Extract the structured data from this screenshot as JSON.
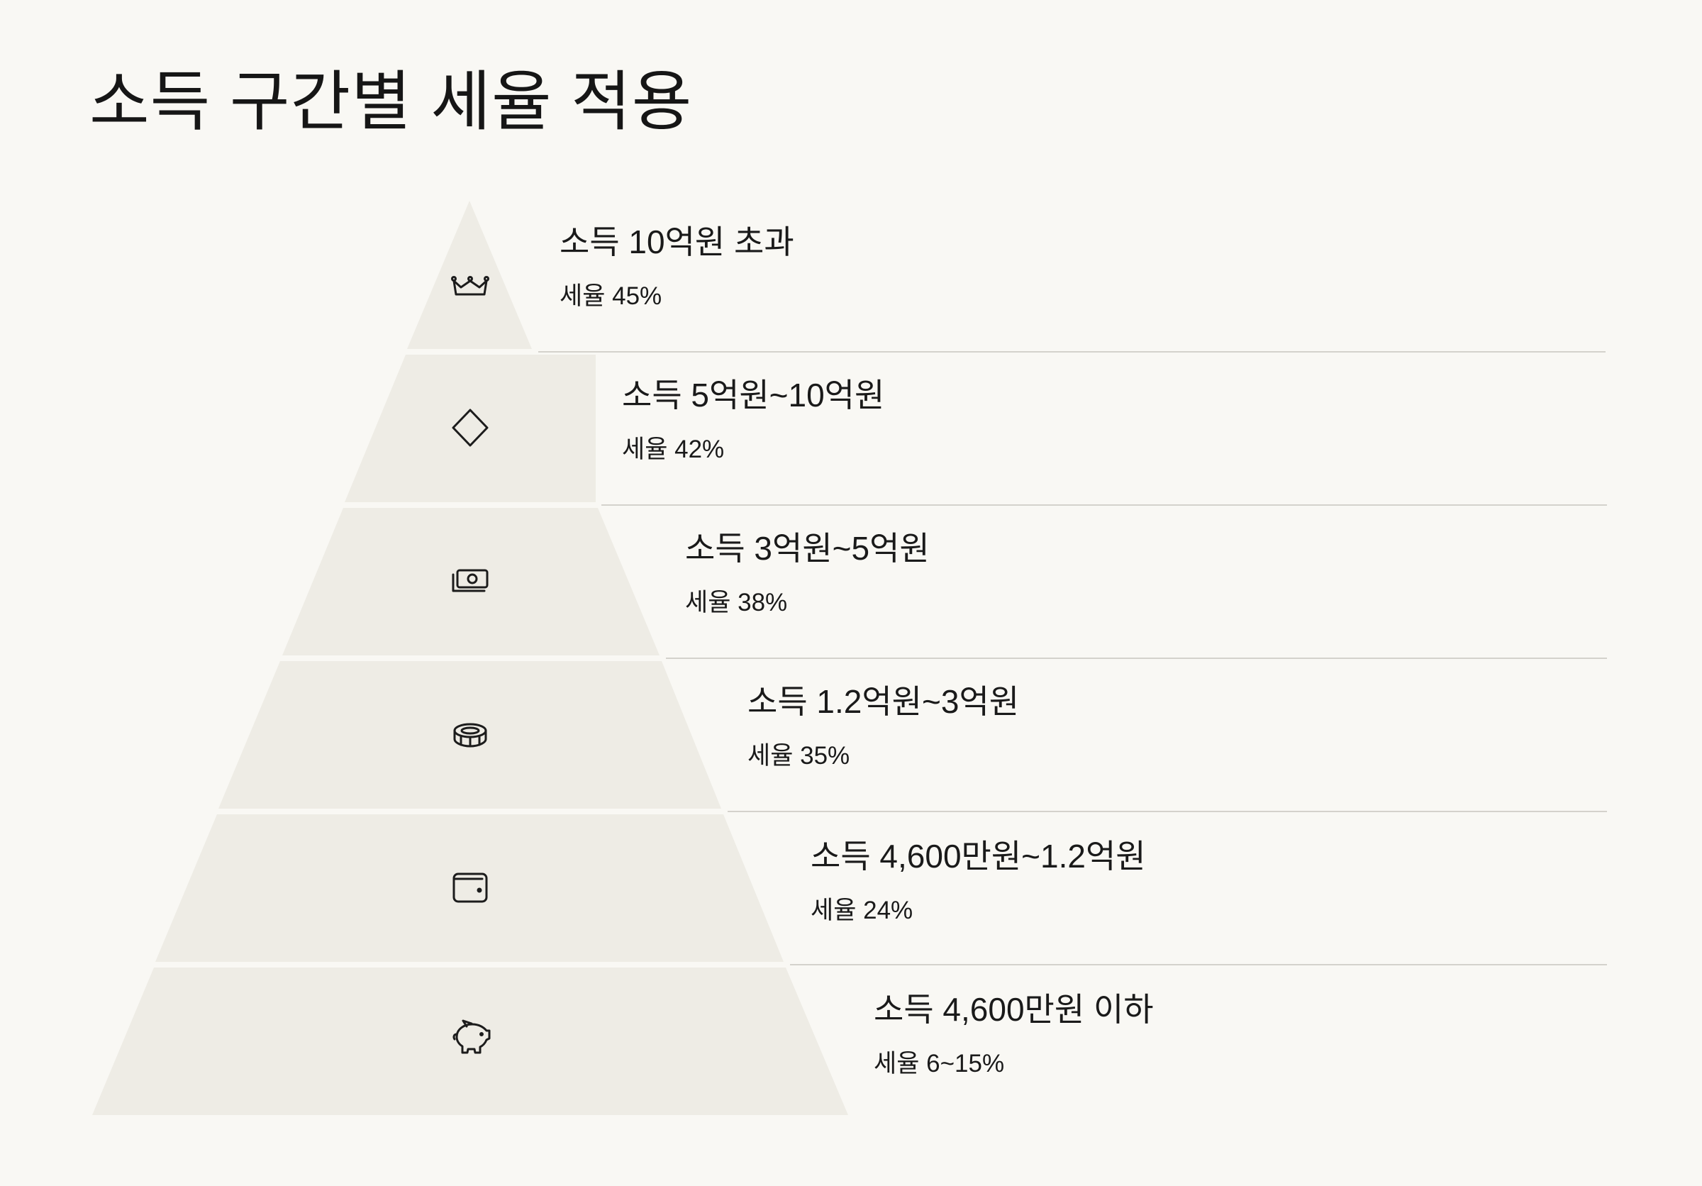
{
  "title": "소득 구간별 세율 적용",
  "colors": {
    "background": "#f9f8f4",
    "tier_fill": "#eeece5",
    "divider": "#d4d2cc",
    "icon_stroke": "#1c1c1c"
  },
  "tiers": [
    {
      "label": "소득 10억원 초과",
      "rate": "세율 45%",
      "icon": "crown-icon"
    },
    {
      "label": "소득 5억원~10억원",
      "rate": "세율 42%",
      "icon": "diamond-icon"
    },
    {
      "label": "소득 3억원~5억원",
      "rate": "세율 38%",
      "icon": "cash-icon"
    },
    {
      "label": "소득 1.2억원~3억원",
      "rate": "세율 35%",
      "icon": "coins-icon"
    },
    {
      "label": "소득 4,600만원~1.2억원",
      "rate": "세율 24%",
      "icon": "wallet-icon"
    },
    {
      "label": "소득 4,600만원 이하",
      "rate": "세율 6~15%",
      "icon": "piggy-bank-icon"
    }
  ]
}
